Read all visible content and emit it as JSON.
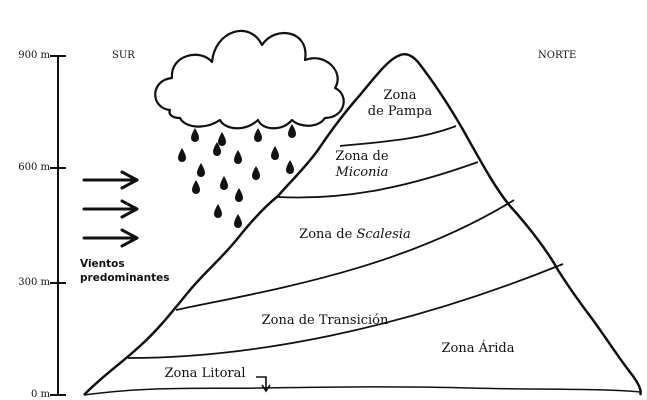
{
  "directions": {
    "south": "SUR",
    "north": "NORTE"
  },
  "altitude_ticks": [
    "900 m",
    "600 m",
    "300 m",
    "0 m"
  ],
  "wind": {
    "line1": "Vientos",
    "line2": "predominantes"
  },
  "zones": {
    "pampa": {
      "line1": "Zona",
      "line2": "de Pampa"
    },
    "miconia": {
      "line1": "Zona de",
      "line2": "Miconia"
    },
    "scalesia": {
      "prefix": "Zona de ",
      "name": "Scalesia"
    },
    "transicion": "Zona de Transición",
    "arida": "Zona Árida",
    "litoral": "Zona Litoral"
  }
}
